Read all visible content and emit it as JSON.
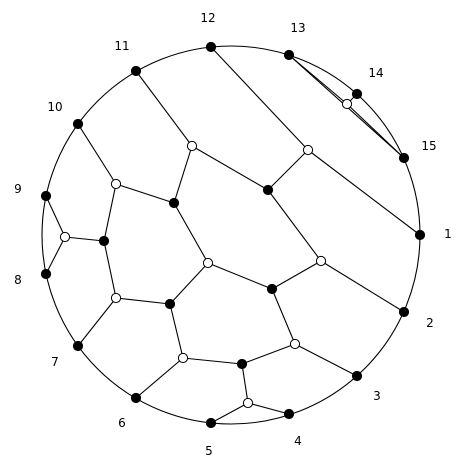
{
  "diagram": {
    "boundary_labels": [
      "12",
      "13",
      "11",
      "14",
      "10",
      "15",
      "9",
      "1",
      "8",
      "2",
      "7",
      "3",
      "6",
      "4",
      "5"
    ]
  }
}
